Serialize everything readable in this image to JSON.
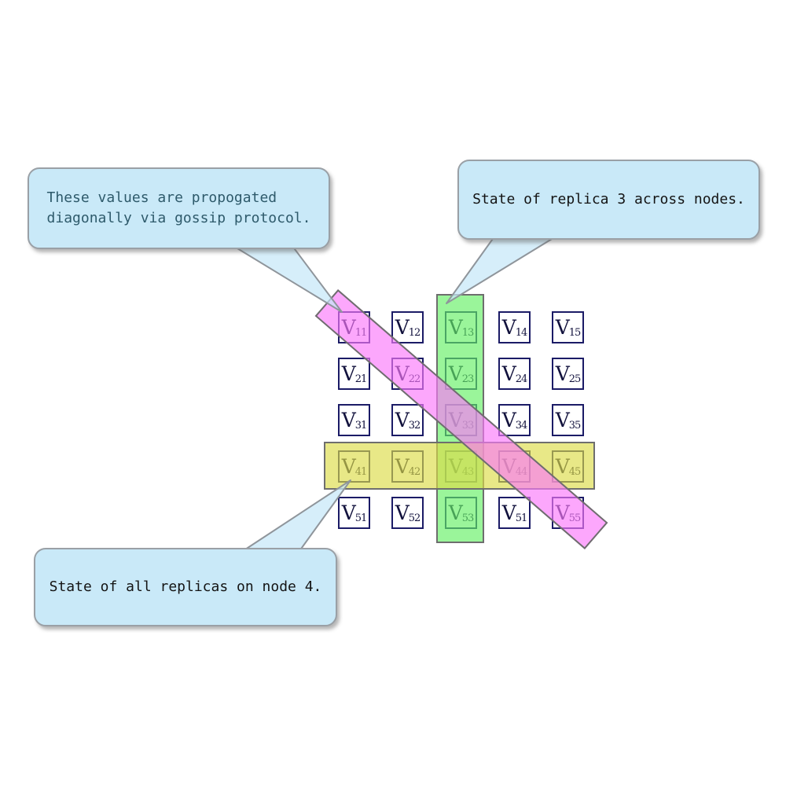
{
  "matrix": {
    "rows": 5,
    "cols": 5,
    "cells": [
      {
        "base": "V",
        "sub": "11"
      },
      {
        "base": "V",
        "sub": "12"
      },
      {
        "base": "V",
        "sub": "13"
      },
      {
        "base": "V",
        "sub": "14"
      },
      {
        "base": "V",
        "sub": "15"
      },
      {
        "base": "V",
        "sub": "21"
      },
      {
        "base": "V",
        "sub": "22"
      },
      {
        "base": "V",
        "sub": "23"
      },
      {
        "base": "V",
        "sub": "24"
      },
      {
        "base": "V",
        "sub": "25"
      },
      {
        "base": "V",
        "sub": "31"
      },
      {
        "base": "V",
        "sub": "32"
      },
      {
        "base": "V",
        "sub": "33"
      },
      {
        "base": "V",
        "sub": "34"
      },
      {
        "base": "V",
        "sub": "35"
      },
      {
        "base": "V",
        "sub": "41"
      },
      {
        "base": "V",
        "sub": "42"
      },
      {
        "base": "V",
        "sub": "43"
      },
      {
        "base": "V",
        "sub": "44"
      },
      {
        "base": "V",
        "sub": "45"
      },
      {
        "base": "V",
        "sub": "51"
      },
      {
        "base": "V",
        "sub": "52"
      },
      {
        "base": "V",
        "sub": "53"
      },
      {
        "base": "V",
        "sub": "51"
      },
      {
        "base": "V",
        "sub": "55"
      }
    ]
  },
  "highlights": {
    "column": {
      "meaning": "state of replica 3 across nodes",
      "color": "#98ee98"
    },
    "row": {
      "meaning": "state of all replicas on node 4",
      "color": "#e8e88a"
    },
    "diagonal": {
      "meaning": "values propagated diagonally via gossip protocol",
      "color": "#f7a5f7"
    }
  },
  "callouts": [
    {
      "lines": [
        "These values are propogated",
        "diagonally via gossip protocol."
      ],
      "text_color": "#2e5a6b",
      "fill_color": "#c9e9f8"
    },
    {
      "lines": [
        "State of replica 3 across nodes."
      ],
      "text_color": "#141414",
      "fill_color": "#c9e9f8"
    },
    {
      "lines": [
        "State of all replicas on node 4."
      ],
      "text_color": "#141414",
      "fill_color": "#c9e9f8"
    }
  ]
}
